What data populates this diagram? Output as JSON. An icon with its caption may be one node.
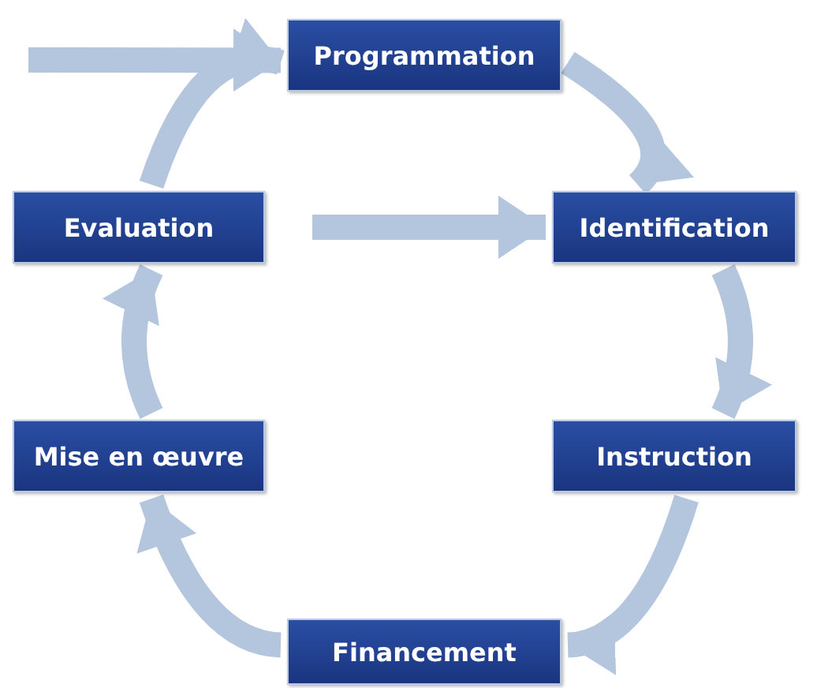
{
  "diagram": {
    "nodes": [
      {
        "text": [
          "Programmation"
        ]
      },
      {
        "text": [
          "Identification"
        ]
      },
      {
        "text": [
          "Instruction"
        ]
      },
      {
        "text": [
          "Financement"
        ]
      },
      {
        "text": [
          "Mise en œuvre"
        ]
      },
      {
        "text": [
          "Evaluation"
        ]
      }
    ],
    "edges": [
      {
        "from": null,
        "to": 0,
        "arrow": "to"
      },
      {
        "from": 0,
        "to": 1,
        "arrow": "to"
      },
      {
        "from": 1,
        "to": 2,
        "arrow": "to"
      },
      {
        "from": 2,
        "to": 3,
        "arrow": "to"
      },
      {
        "from": 3,
        "to": 4,
        "arrow": "to"
      },
      {
        "from": 4,
        "to": 5,
        "arrow": "to"
      },
      {
        "from": 5,
        "to": 0,
        "arrow": "to"
      },
      {
        "from": 5,
        "to": 1,
        "arrow": "to"
      }
    ]
  }
}
